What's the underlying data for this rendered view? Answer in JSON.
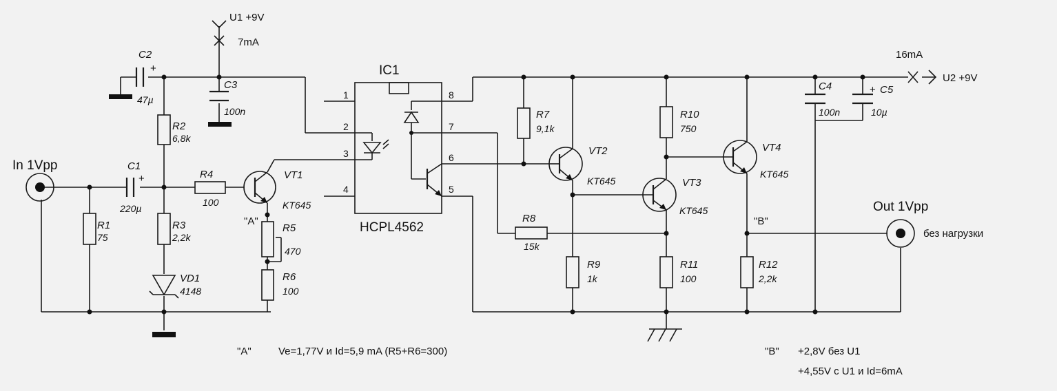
{
  "supplies": {
    "u1": "U1 +9V",
    "u1_current": "7mA",
    "u2": "U2 +9V",
    "u2_current": "16mA"
  },
  "connectors": {
    "input": "In 1Vpp",
    "output": "Out 1Vpp",
    "output_note": "без нагрузки"
  },
  "ic": {
    "ref": "IC1",
    "part": "HCPL4562",
    "pins": [
      "1",
      "2",
      "3",
      "4",
      "5",
      "6",
      "7",
      "8"
    ]
  },
  "components": {
    "C1": {
      "ref": "C1",
      "value": "220µ"
    },
    "C2": {
      "ref": "C2",
      "value": "47µ"
    },
    "C3": {
      "ref": "C3",
      "value": "100n"
    },
    "C4": {
      "ref": "C4",
      "value": "100n"
    },
    "C5": {
      "ref": "C5",
      "value": "10µ"
    },
    "R1": {
      "ref": "R1",
      "value": "75"
    },
    "R2": {
      "ref": "R2",
      "value": "6,8k"
    },
    "R3": {
      "ref": "R3",
      "value": "2,2k"
    },
    "R4": {
      "ref": "R4",
      "value": "100"
    },
    "R5": {
      "ref": "R5",
      "value": "470"
    },
    "R6": {
      "ref": "R6",
      "value": "100"
    },
    "R7": {
      "ref": "R7",
      "value": "9,1k"
    },
    "R8": {
      "ref": "R8",
      "value": "15k"
    },
    "R9": {
      "ref": "R9",
      "value": "1k"
    },
    "R10": {
      "ref": "R10",
      "value": "750"
    },
    "R11": {
      "ref": "R11",
      "value": "100"
    },
    "R12": {
      "ref": "R12",
      "value": "2,2k"
    },
    "VD1": {
      "ref": "VD1",
      "value": "4148"
    },
    "VT1": {
      "ref": "VT1",
      "value": "KT645"
    },
    "VT2": {
      "ref": "VT2",
      "value": "KT645"
    },
    "VT3": {
      "ref": "VT3",
      "value": "KT645"
    },
    "VT4": {
      "ref": "VT4",
      "value": "KT645"
    }
  },
  "plus_sign": "+",
  "points": {
    "a": "\"A\"",
    "b": "\"B\""
  },
  "notes": {
    "a_label": "\"A\"",
    "a_text": "Ve=1,77V и Id=5,9 mA (R5+R6=300)",
    "b_label": "\"B\"",
    "b_line1": "+2,8V без U1",
    "b_line2": "+4,55V с U1 и Id=6mA"
  }
}
